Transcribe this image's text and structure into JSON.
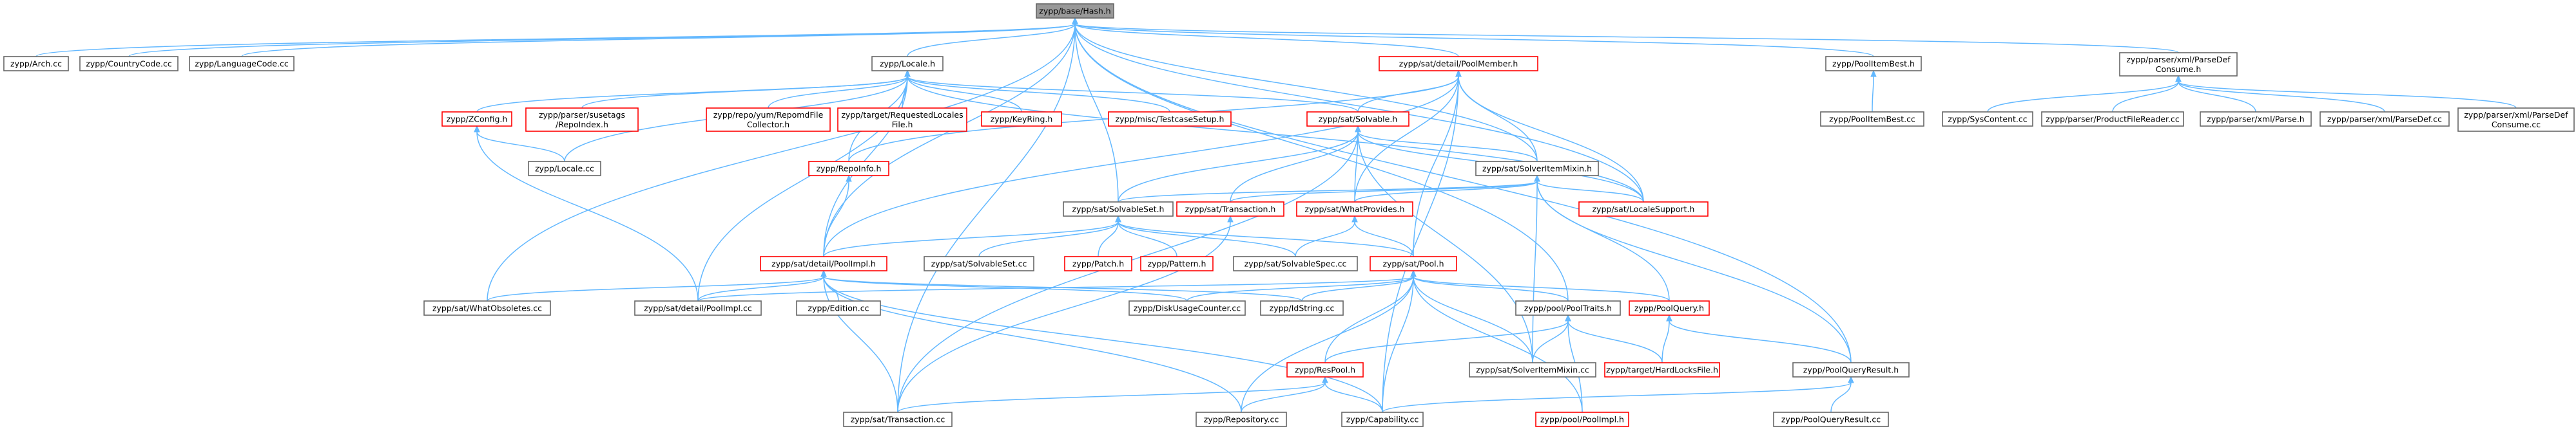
{
  "graph": {
    "title": "",
    "nodes": [
      {
        "id": "hash",
        "label": [
          "zypp/base/Hash.h"
        ],
        "kind": "root",
        "colors": {
          "fill": "#999999",
          "stroke": "#666666"
        }
      },
      {
        "id": "arch",
        "label": [
          "zypp/Arch.cc"
        ],
        "kind": "plain"
      },
      {
        "id": "countrycode",
        "label": [
          "zypp/CountryCode.cc"
        ],
        "kind": "plain"
      },
      {
        "id": "languagecode",
        "label": [
          "zypp/LanguageCode.cc"
        ],
        "kind": "plain"
      },
      {
        "id": "locale_h",
        "label": [
          "zypp/Locale.h"
        ],
        "kind": "plain"
      },
      {
        "id": "poolmember",
        "label": [
          "zypp/sat/detail/PoolMember.h"
        ],
        "kind": "red"
      },
      {
        "id": "poolitembest_h",
        "label": [
          "zypp/PoolItemBest.h"
        ],
        "kind": "plain"
      },
      {
        "id": "parsedefconsume_h",
        "label": [
          "zypp/parser/xml/ParseDef",
          "Consume.h"
        ],
        "kind": "plain"
      },
      {
        "id": "zconfig",
        "label": [
          "zypp/ZConfig.h"
        ],
        "kind": "red"
      },
      {
        "id": "repoindex",
        "label": [
          "zypp/parser/susetags",
          "/RepoIndex.h"
        ],
        "kind": "red"
      },
      {
        "id": "repomdfile",
        "label": [
          "zypp/repo/yum/RepomdFile",
          "Collector.h"
        ],
        "kind": "red"
      },
      {
        "id": "requestedlocales",
        "label": [
          "zypp/target/RequestedLocales",
          "File.h"
        ],
        "kind": "red"
      },
      {
        "id": "keyring",
        "label": [
          "zypp/KeyRing.h"
        ],
        "kind": "red"
      },
      {
        "id": "testcasesetup",
        "label": [
          "zypp/misc/TestcaseSetup.h"
        ],
        "kind": "red"
      },
      {
        "id": "solvable_h",
        "label": [
          "zypp/sat/Solvable.h"
        ],
        "kind": "red"
      },
      {
        "id": "poolitembest_cc",
        "label": [
          "zypp/PoolItemBest.cc"
        ],
        "kind": "plain"
      },
      {
        "id": "syscontent",
        "label": [
          "zypp/SysContent.cc"
        ],
        "kind": "plain"
      },
      {
        "id": "productfilereader",
        "label": [
          "zypp/parser/ProductFileReader.cc"
        ],
        "kind": "plain"
      },
      {
        "id": "xmlparse_h",
        "label": [
          "zypp/parser/xml/Parse.h"
        ],
        "kind": "plain"
      },
      {
        "id": "parsedef_cc",
        "label": [
          "zypp/parser/xml/ParseDef.cc"
        ],
        "kind": "plain"
      },
      {
        "id": "parsedefconsume_cc",
        "label": [
          "zypp/parser/xml/ParseDef",
          "Consume.cc"
        ],
        "kind": "plain"
      },
      {
        "id": "locale_cc",
        "label": [
          "zypp/Locale.cc"
        ],
        "kind": "plain"
      },
      {
        "id": "repoinfo",
        "label": [
          "zypp/RepoInfo.h"
        ],
        "kind": "red"
      },
      {
        "id": "solveritermixin_h",
        "label": [
          "zypp/sat/SolverItemMixin.h"
        ],
        "kind": "plain"
      },
      {
        "id": "solvableset_h",
        "label": [
          "zypp/sat/SolvableSet.h"
        ],
        "kind": "plain"
      },
      {
        "id": "transaction_h",
        "label": [
          "zypp/sat/Transaction.h"
        ],
        "kind": "red"
      },
      {
        "id": "whatprovides",
        "label": [
          "zypp/sat/WhatProvides.h"
        ],
        "kind": "red"
      },
      {
        "id": "localesupport",
        "label": [
          "zypp/sat/LocaleSupport.h"
        ],
        "kind": "red"
      },
      {
        "id": "poolimpl_h",
        "label": [
          "zypp/sat/detail/PoolImpl.h"
        ],
        "kind": "red"
      },
      {
        "id": "solvableset_cc",
        "label": [
          "zypp/sat/SolvableSet.cc"
        ],
        "kind": "plain"
      },
      {
        "id": "patch",
        "label": [
          "zypp/Patch.h"
        ],
        "kind": "red"
      },
      {
        "id": "pattern",
        "label": [
          "zypp/Pattern.h"
        ],
        "kind": "red"
      },
      {
        "id": "solvablespec",
        "label": [
          "zypp/sat/SolvableSpec.cc"
        ],
        "kind": "plain"
      },
      {
        "id": "satpool",
        "label": [
          "zypp/sat/Pool.h"
        ],
        "kind": "red"
      },
      {
        "id": "whatobsoletes",
        "label": [
          "zypp/sat/WhatObsoletes.cc"
        ],
        "kind": "plain"
      },
      {
        "id": "poolimpl_cc",
        "label": [
          "zypp/sat/detail/PoolImpl.cc"
        ],
        "kind": "plain"
      },
      {
        "id": "edition",
        "label": [
          "zypp/Edition.cc"
        ],
        "kind": "plain"
      },
      {
        "id": "diskusage",
        "label": [
          "zypp/DiskUsageCounter.cc"
        ],
        "kind": "plain"
      },
      {
        "id": "idstring",
        "label": [
          "zypp/IdString.cc"
        ],
        "kind": "plain"
      },
      {
        "id": "pooltraits",
        "label": [
          "zypp/pool/PoolTraits.h"
        ],
        "kind": "plain"
      },
      {
        "id": "poolquery_h",
        "label": [
          "zypp/PoolQuery.h"
        ],
        "kind": "red"
      },
      {
        "id": "respool",
        "label": [
          "zypp/ResPool.h"
        ],
        "kind": "red"
      },
      {
        "id": "solveritermixin_cc",
        "label": [
          "zypp/sat/SolverItemMixin.cc"
        ],
        "kind": "plain"
      },
      {
        "id": "hardlocks",
        "label": [
          "zypp/target/HardLocksFile.h"
        ],
        "kind": "red"
      },
      {
        "id": "poolqueryresult_h",
        "label": [
          "zypp/PoolQueryResult.h"
        ],
        "kind": "plain"
      },
      {
        "id": "transaction_cc",
        "label": [
          "zypp/sat/Transaction.cc"
        ],
        "kind": "plain"
      },
      {
        "id": "repository",
        "label": [
          "zypp/Repository.cc"
        ],
        "kind": "plain"
      },
      {
        "id": "capability",
        "label": [
          "zypp/Capability.cc"
        ],
        "kind": "plain"
      },
      {
        "id": "poolimpl_pool",
        "label": [
          "zypp/pool/PoolImpl.h"
        ],
        "kind": "red"
      },
      {
        "id": "poolqueryresult_cc",
        "label": [
          "zypp/PoolQueryResult.cc"
        ],
        "kind": "plain"
      }
    ],
    "edges": [
      [
        "arch",
        "hash"
      ],
      [
        "countrycode",
        "hash"
      ],
      [
        "languagecode",
        "hash"
      ],
      [
        "locale_h",
        "hash"
      ],
      [
        "poolmember",
        "hash"
      ],
      [
        "poolitembest_h",
        "hash"
      ],
      [
        "parsedefconsume_h",
        "hash"
      ],
      [
        "solvableset_h",
        "hash"
      ],
      [
        "solveritermixin_h",
        "hash"
      ],
      [
        "whatobsoletes",
        "hash"
      ],
      [
        "transaction_cc",
        "hash"
      ],
      [
        "poolqueryresult_h",
        "hash"
      ],
      [
        "pooltraits",
        "hash"
      ],
      [
        "localesupport",
        "hash"
      ],
      [
        "poolimpl_h",
        "hash"
      ],
      [
        "zconfig",
        "locale_h"
      ],
      [
        "repoindex",
        "locale_h"
      ],
      [
        "repomdfile",
        "locale_h"
      ],
      [
        "requestedlocales",
        "locale_h"
      ],
      [
        "keyring",
        "locale_h"
      ],
      [
        "testcasesetup",
        "locale_h"
      ],
      [
        "solvable_h",
        "locale_h"
      ],
      [
        "repoinfo",
        "locale_h"
      ],
      [
        "locale_cc",
        "locale_h"
      ],
      [
        "poolimpl_h",
        "locale_h"
      ],
      [
        "poolimpl_cc",
        "locale_h"
      ],
      [
        "localesupport",
        "locale_h"
      ],
      [
        "solvable_h",
        "poolmember"
      ],
      [
        "solveritermixin_h",
        "poolmember"
      ],
      [
        "whatprovides",
        "poolmember"
      ],
      [
        "satpool",
        "poolmember"
      ],
      [
        "localesupport",
        "poolmember"
      ],
      [
        "repoinfo",
        "poolmember"
      ],
      [
        "capability",
        "poolmember"
      ],
      [
        "poolimpl_h",
        "poolmember"
      ],
      [
        "poolitembest_cc",
        "poolitembest_h"
      ],
      [
        "syscontent",
        "parsedefconsume_h"
      ],
      [
        "productfilereader",
        "parsedefconsume_h"
      ],
      [
        "xmlparse_h",
        "parsedefconsume_h"
      ],
      [
        "parsedef_cc",
        "parsedefconsume_h"
      ],
      [
        "parsedefconsume_cc",
        "parsedefconsume_h"
      ],
      [
        "poolimpl_cc",
        "zconfig"
      ],
      [
        "locale_cc",
        "zconfig"
      ],
      [
        "poolimpl_h",
        "repoinfo"
      ],
      [
        "solveritermixin_h",
        "solvable_h"
      ],
      [
        "solvableset_h",
        "solvable_h"
      ],
      [
        "transaction_h",
        "solvable_h"
      ],
      [
        "whatprovides",
        "solvable_h"
      ],
      [
        "localesupport",
        "solvable_h"
      ],
      [
        "solveritermixin_cc",
        "solvable_h"
      ],
      [
        "transaction_cc",
        "solvable_h"
      ],
      [
        "solvableset_h",
        "solveritermixin_h"
      ],
      [
        "transaction_h",
        "solveritermixin_h"
      ],
      [
        "whatprovides",
        "solveritermixin_h"
      ],
      [
        "localesupport",
        "solveritermixin_h"
      ],
      [
        "solveritermixin_cc",
        "solveritermixin_h"
      ],
      [
        "poolquery_h",
        "solveritermixin_h"
      ],
      [
        "poolqueryresult_h",
        "solveritermixin_h"
      ],
      [
        "poolimpl_h",
        "solvableset_h"
      ],
      [
        "solvableset_cc",
        "solvableset_h"
      ],
      [
        "patch",
        "solvableset_h"
      ],
      [
        "pattern",
        "solvableset_h"
      ],
      [
        "solvablespec",
        "solvableset_h"
      ],
      [
        "satpool",
        "solvableset_h"
      ],
      [
        "transaction_cc",
        "transaction_h"
      ],
      [
        "solvablespec",
        "whatprovides"
      ],
      [
        "satpool",
        "whatprovides"
      ],
      [
        "whatobsoletes",
        "poolimpl_h"
      ],
      [
        "poolimpl_cc",
        "poolimpl_h"
      ],
      [
        "edition",
        "poolimpl_h"
      ],
      [
        "diskusage",
        "poolimpl_h"
      ],
      [
        "idstring",
        "poolimpl_h"
      ],
      [
        "transaction_cc",
        "poolimpl_h"
      ],
      [
        "repository",
        "poolimpl_h"
      ],
      [
        "capability",
        "poolimpl_h"
      ],
      [
        "poolimpl_cc",
        "satpool"
      ],
      [
        "diskusage",
        "satpool"
      ],
      [
        "idstring",
        "satpool"
      ],
      [
        "pooltraits",
        "satpool"
      ],
      [
        "poolquery_h",
        "satpool"
      ],
      [
        "respool",
        "satpool"
      ],
      [
        "solveritermixin_cc",
        "satpool"
      ],
      [
        "repository",
        "satpool"
      ],
      [
        "capability",
        "satpool"
      ],
      [
        "poolimpl_pool",
        "satpool"
      ],
      [
        "respool",
        "pooltraits"
      ],
      [
        "solveritermixin_cc",
        "pooltraits"
      ],
      [
        "hardlocks",
        "pooltraits"
      ],
      [
        "poolimpl_pool",
        "pooltraits"
      ],
      [
        "hardlocks",
        "poolquery_h"
      ],
      [
        "poolqueryresult_h",
        "poolquery_h"
      ],
      [
        "transaction_cc",
        "respool"
      ],
      [
        "repository",
        "respool"
      ],
      [
        "capability",
        "respool"
      ],
      [
        "poolqueryresult_cc",
        "poolqueryresult_h"
      ],
      [
        "capability",
        "poolqueryresult_h"
      ]
    ]
  }
}
